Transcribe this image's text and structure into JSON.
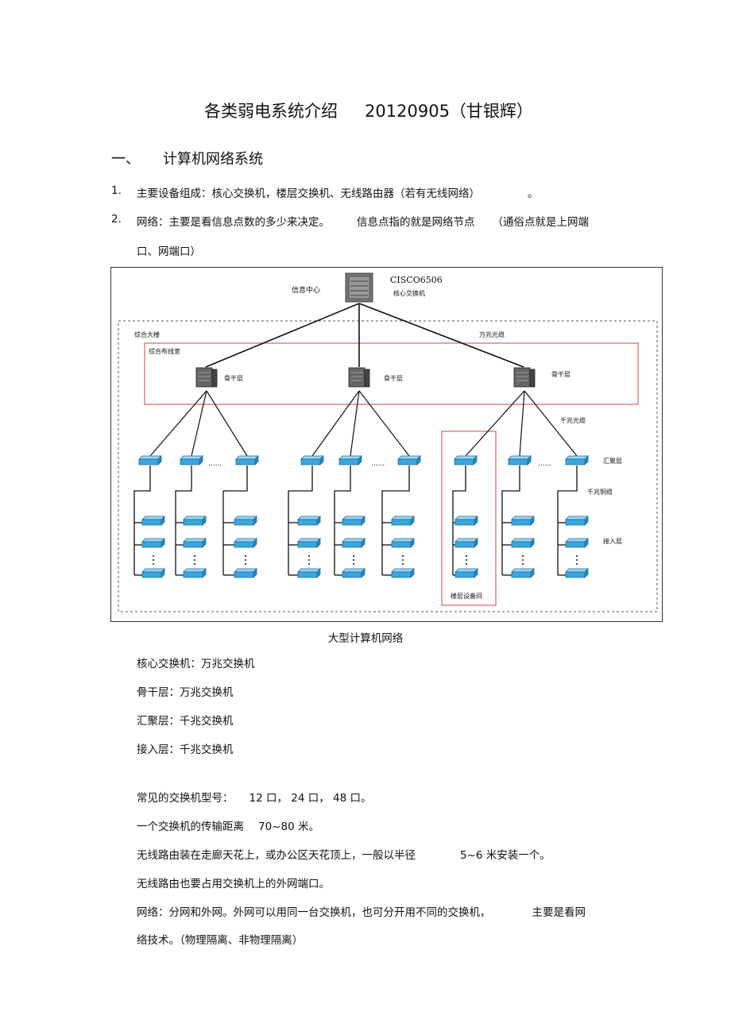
{
  "doc": {
    "title_part1": "各类弱电系统介绍",
    "title_part2": "20120905（甘银辉）",
    "section_num": "一、",
    "section_title": "计算机网络系统",
    "items": [
      {
        "num": "1.",
        "text": "主要设备组成：核心交换机，楼层交换机、无线路由器（若有无线网络）",
        "tail": "。"
      },
      {
        "num": "2.",
        "text1": "网络：主要是看信息点数的多少来决定。",
        "text2": "信息点指的就是网络节点",
        "text3": "（通俗点就是上网端",
        "text4": "口、网端口）"
      }
    ],
    "figure_caption": "大型计算机网络",
    "layers": [
      "核心交换机：万兆交换机",
      "骨干层：万兆交换机",
      "汇聚层：千兆交换机",
      "接入层：千兆交换机"
    ],
    "paras": {
      "p1a": "常见的交换机型号：",
      "p1b": "12 口，  24 口，  48 口。",
      "p2a": "一个交换机的传输距离",
      "p2b": "70~80 米。",
      "p3a": "无线路由装在走廊天花上，或办公区天花顶上，一般以半径",
      "p3b": "5~6 米安装一个。",
      "p4": "无线路由也要占用交换机上的外网端口。",
      "p5a": "网络：分网和外网。外网可以用同一台交换机，也可分开用不同的交换机，",
      "p5b": "主要是看网",
      "p6": "络技术。（物理隔离、非物理隔离）"
    }
  },
  "diagram": {
    "info_center": "信息中心",
    "core_model": "CISCO6506",
    "core_label": "核心交换机",
    "building": "综合大楼",
    "fiber_10g": "万兆光缆",
    "wiring_room": "综合布线室",
    "backbone1": "骨干层",
    "backbone2": "骨干层",
    "backbone3": "骨干层",
    "fiber_1g": "千兆光缆",
    "aggregation": "汇聚层",
    "copper_1g": "千兆铜缆",
    "access": "接入层",
    "floor_room": "楼层设备间",
    "ellipsis": "......"
  },
  "colors": {
    "switch_blue": "#3aa6dc",
    "red_box": "#e06060",
    "server_dark": "#555555"
  }
}
